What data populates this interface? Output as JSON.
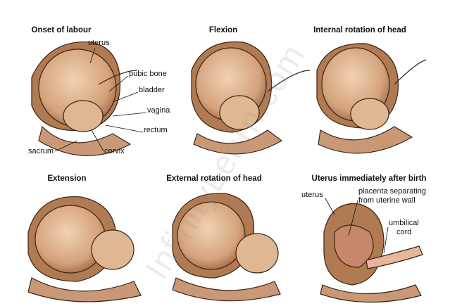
{
  "panels": [
    {
      "title": "Onset of labour",
      "labels": [
        "uterus",
        "pubic bone",
        "bladder",
        "vagina",
        "rectum",
        "sacrum",
        "cervix"
      ]
    },
    {
      "title": "Flexion"
    },
    {
      "title": "Internal rotation of head"
    },
    {
      "title": "Extension"
    },
    {
      "title": "External rotation of head"
    },
    {
      "title": "Uterus immediately after birth",
      "labels": [
        "uterus",
        "placenta separating",
        "from uterine wall",
        "umbilical",
        "cord"
      ]
    }
  ],
  "watermark": "InfinityLearn.com",
  "colors": {
    "skin": "#d9ad86",
    "shade": "#a8714a",
    "outline": "#3a2416",
    "tissue": "#e8cdb3"
  }
}
